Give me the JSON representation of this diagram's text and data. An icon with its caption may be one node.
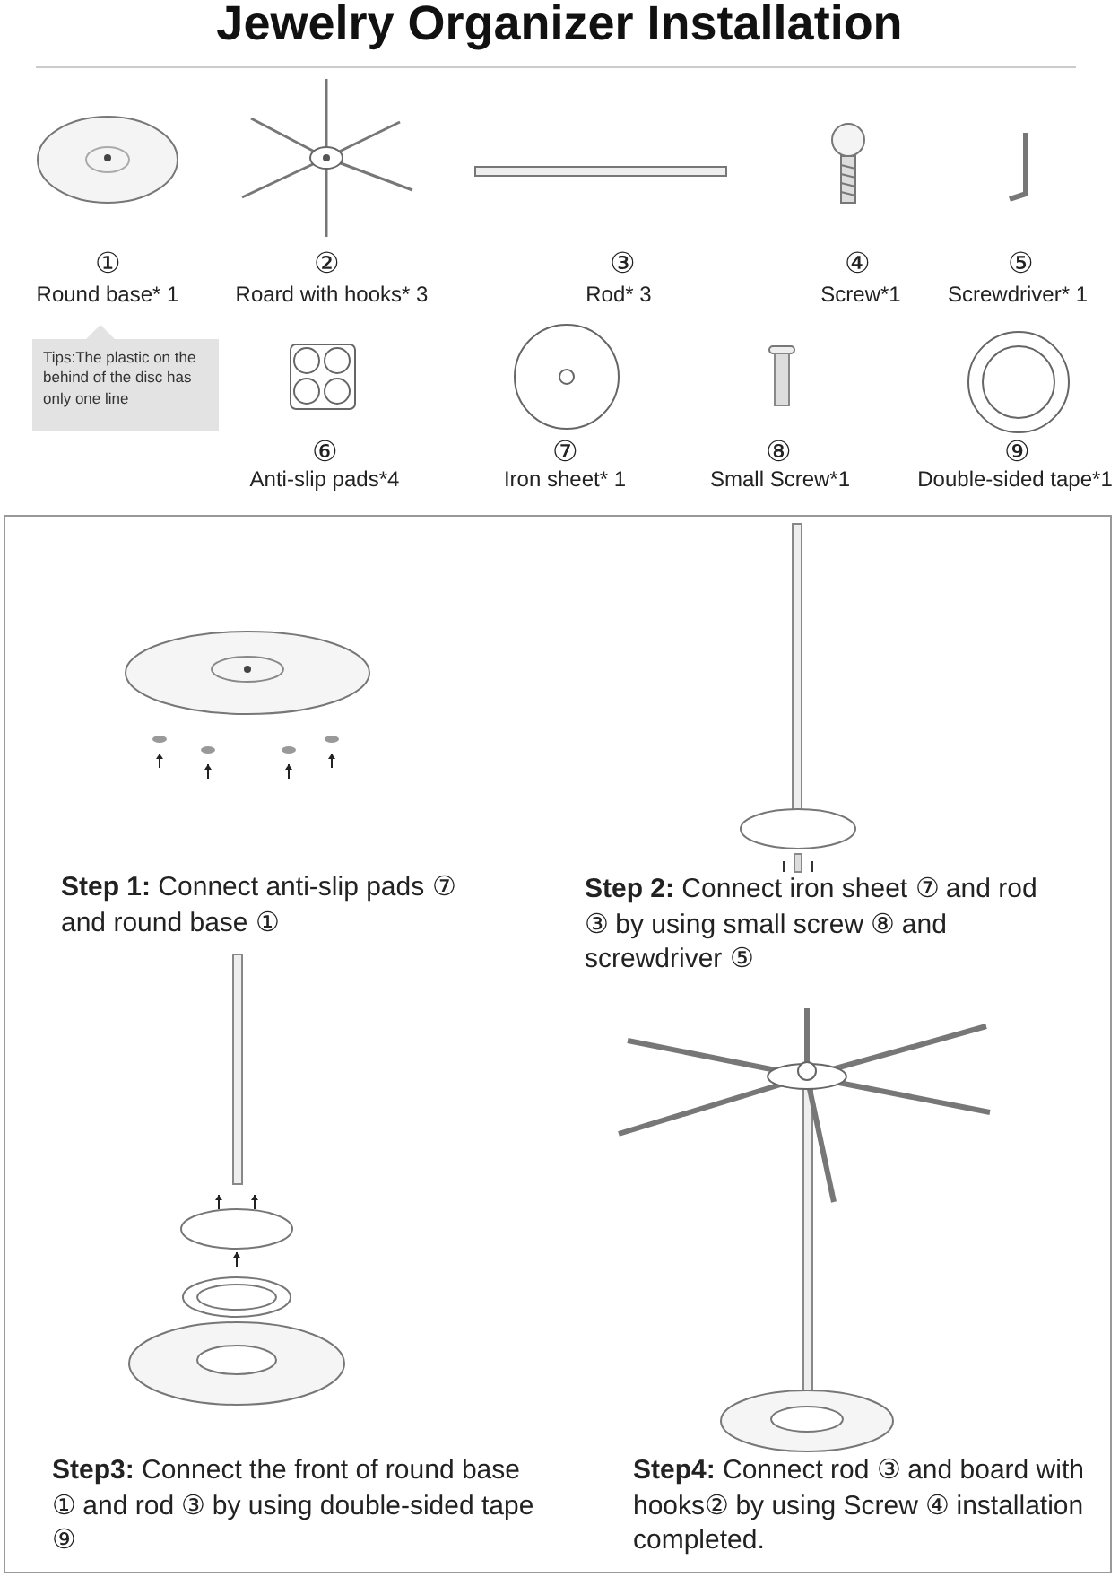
{
  "diagram": {
    "title": "Jewelry Organizer Installation",
    "nodes": [
      {
        "text": [
          "Tips:The plastic on the behind of the disc has only one line"
        ]
      }
    ],
    "labels": [
      "①",
      "②",
      "③",
      "④",
      "⑤",
      "Round base* 1",
      "Roard with hooks* 3",
      "Rod* 3",
      "Screw*1",
      "Screwdriver* 1",
      "⑥",
      "⑦",
      "⑧",
      "⑨",
      "Anti-slip pads*4",
      "Iron sheet* 1",
      "Small Screw*1",
      "Double-sided tape*1",
      "**Step 1:**  Connect anti-slip pads ⑦ and round base ①",
      "**Step 2:**  Connect iron sheet ⑦ and rod ③ by using small screw ⑧ and screwdriver ⑤",
      "**Step3:**  Connect the front of round base ① and rod ③ by using double-sided tape ⑨",
      "**Step4:**  Connect rod ③ and board with hooks② by using Screw ④ installation completed."
    ]
  }
}
